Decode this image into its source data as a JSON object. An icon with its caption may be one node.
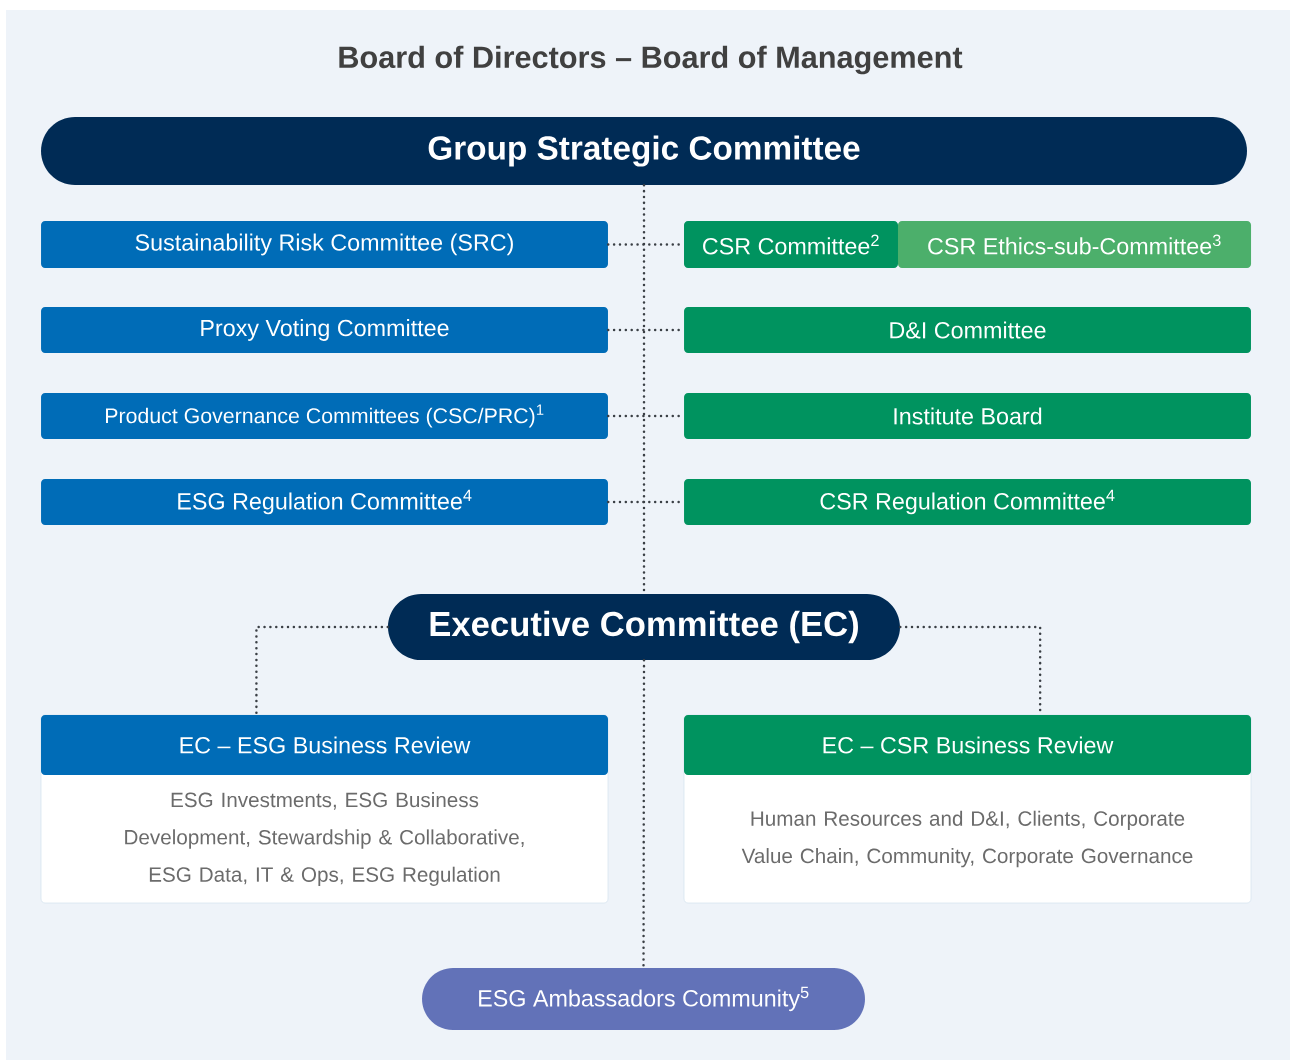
{
  "diagram": {
    "title": "Board of Directors – Board of Management",
    "nodes": [
      {
        "text": [
          "Group Strategic Committee"
        ]
      },
      {
        "text": [
          "Sustainability Risk Committee (SRC)"
        ]
      },
      {
        "text": [
          "CSR Committee$^{2}$"
        ]
      },
      {
        "text": [
          "CSR Ethics-sub-Committee$^{3}$"
        ]
      },
      {
        "text": [
          "Proxy Voting Committee"
        ]
      },
      {
        "text": [
          "D&I Committee"
        ]
      },
      {
        "text": [
          "Product Governance Committees (CSC/PRC)$^{1}$"
        ]
      },
      {
        "text": [
          "Institute Board"
        ]
      },
      {
        "text": [
          "ESG Regulation Committee$^{4}$"
        ]
      },
      {
        "text": [
          "CSR Regulation Committee$^{4}$"
        ]
      },
      {
        "text": [
          "Executive Committee (EC)"
        ]
      },
      {
        "text": [
          "EC – ESG Business Review",
          "ESG Investments, ESG Business Development, Stewardship & Collaborative, ESG Data, IT & Ops, ESG Regulation"
        ]
      },
      {
        "text": [
          "EC – CSR Business Review",
          "Human Resources and D&I, Clients, Corporate Value Chain, Community, Corporate Governance"
        ]
      },
      {
        "text": [
          "ESG Ambassadors Community$^{5}$"
        ]
      }
    ],
    "edges": [
      {
        "from": 0,
        "to": 10,
        "arrow": "none"
      },
      {
        "from": 1,
        "to": 2,
        "arrow": "none"
      },
      {
        "from": 4,
        "to": 5,
        "arrow": "none"
      },
      {
        "from": 6,
        "to": 7,
        "arrow": "none"
      },
      {
        "from": 8,
        "to": 9,
        "arrow": "none"
      },
      {
        "from": 10,
        "to": 11,
        "arrow": "none"
      },
      {
        "from": 10,
        "to": 12,
        "arrow": "none"
      },
      {
        "from": 10,
        "to": 13,
        "arrow": "none"
      }
    ]
  }
}
